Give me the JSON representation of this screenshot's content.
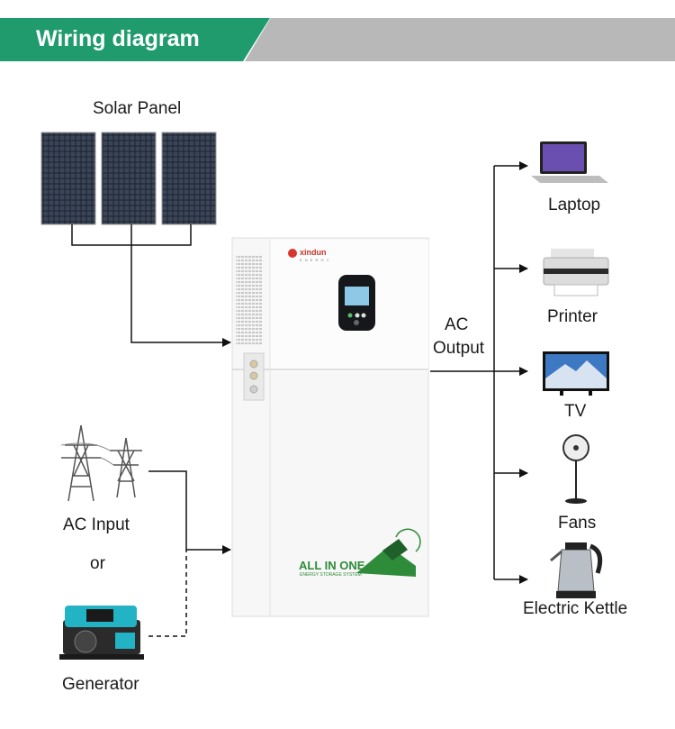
{
  "header": {
    "title": "Wiring diagram"
  },
  "solar": {
    "label": "Solar Panel"
  },
  "unit": {
    "brand": "xindun",
    "brand_sub": "E N E R G Y",
    "product_line1": "ALL IN ONE",
    "product_line2": "ENERGY STORAGE SYSTEM"
  },
  "ac_output": {
    "line1": "AC",
    "line2": "Output"
  },
  "inputs": {
    "ac_input": "AC Input",
    "or": "or",
    "generator": "Generator"
  },
  "loads": {
    "laptop": "Laptop",
    "printer": "Printer",
    "tv": "TV",
    "fans": "Fans",
    "kettle": "Electric Kettle"
  },
  "colors": {
    "header_green": "#1f9b6e",
    "header_grey": "#b8b8b8",
    "logo_green": "#2e8b3a"
  }
}
